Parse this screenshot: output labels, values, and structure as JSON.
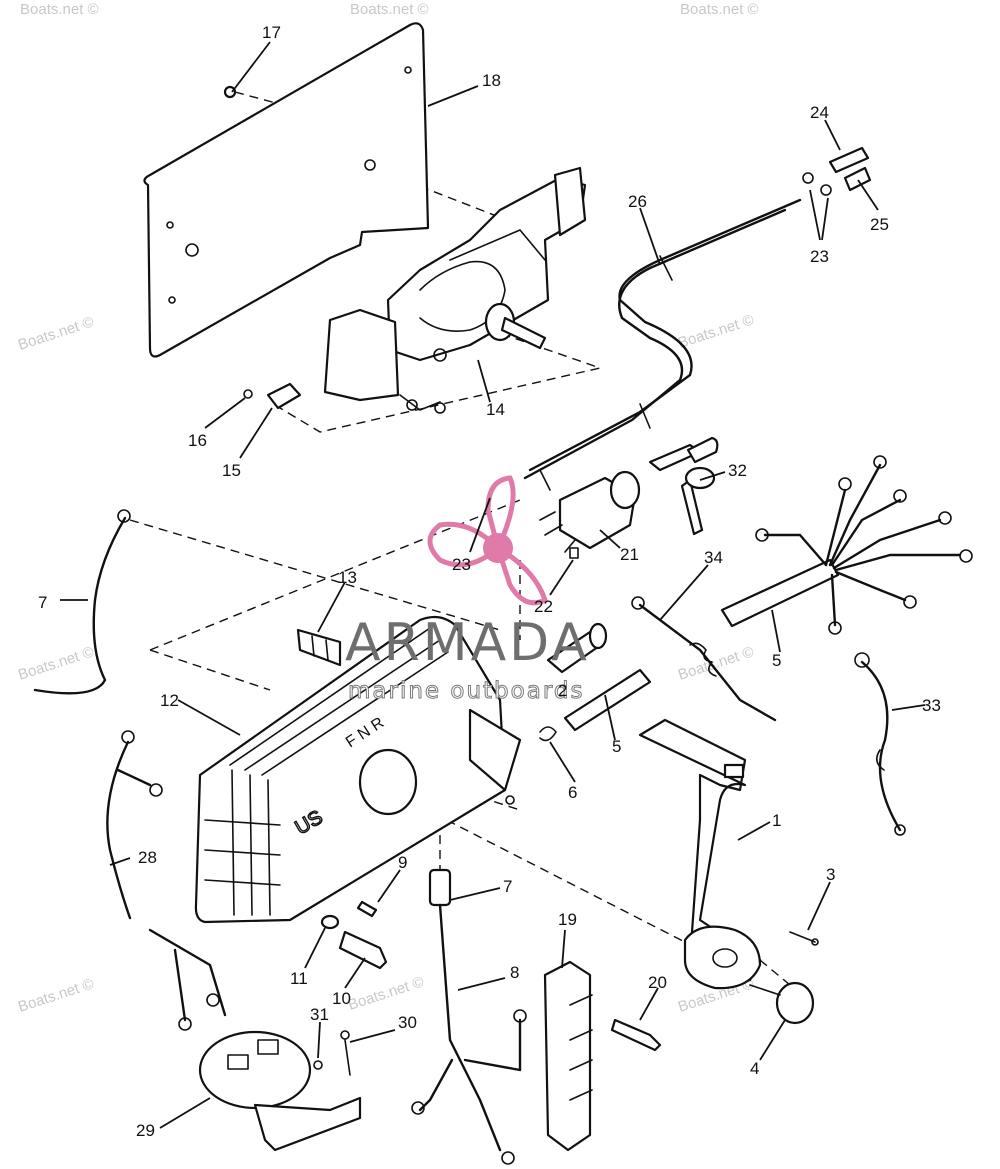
{
  "watermark": {
    "text": "Boats.net ©"
  },
  "branding": {
    "name": "ARMADA",
    "tagline": "marine outboards",
    "colors": {
      "logo_pink": "#e07aa8",
      "logo_gray": "#6e6e6e"
    }
  },
  "housing_markings": {
    "badge": "US",
    "shift_letters": "F N R"
  },
  "callouts": {
    "c1": "1",
    "c2": "2",
    "c3": "3",
    "c4": "4",
    "c5a": "5",
    "c5b": "5",
    "c6": "6",
    "c7a": "7",
    "c7b": "7",
    "c8": "8",
    "c9": "9",
    "c10": "10",
    "c11": "11",
    "c12": "12",
    "c13": "13",
    "c14": "14",
    "c15": "15",
    "c16": "16",
    "c17": "17",
    "c18": "18",
    "c19": "19",
    "c20": "20",
    "c21": "21",
    "c22": "22",
    "c23a": "23",
    "c23b": "23",
    "c24": "24",
    "c25": "25",
    "c26": "26",
    "c28": "28",
    "c29": "29",
    "c30": "30",
    "c31": "31",
    "c32": "32",
    "c33": "33",
    "c34": "34"
  }
}
